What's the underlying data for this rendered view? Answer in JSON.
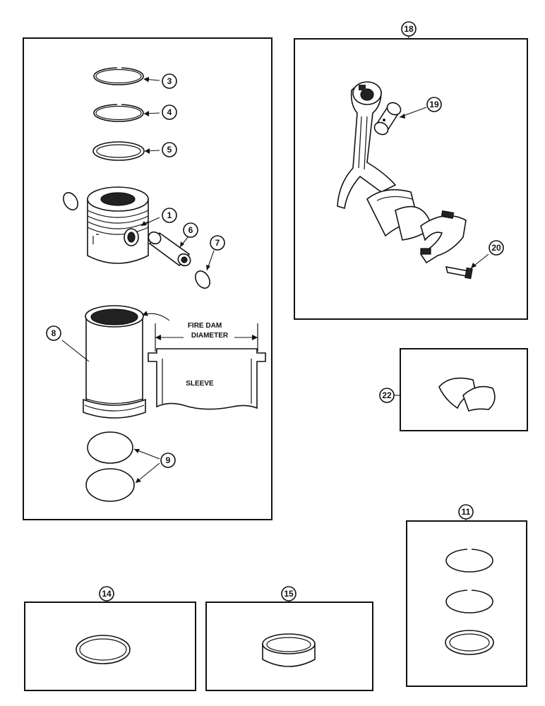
{
  "callouts": {
    "c1": "1",
    "c3": "3",
    "c4": "4",
    "c5": "5",
    "c6": "6",
    "c7": "7",
    "c8": "8",
    "c9": "9",
    "c11": "11",
    "c14": "14",
    "c15": "15",
    "c18": "18",
    "c19": "19",
    "c20": "20",
    "c22": "22"
  },
  "labels": {
    "fire_dam": "FIRE DAM",
    "diameter": "DIAMETER",
    "sleeve": "SLEEVE"
  }
}
